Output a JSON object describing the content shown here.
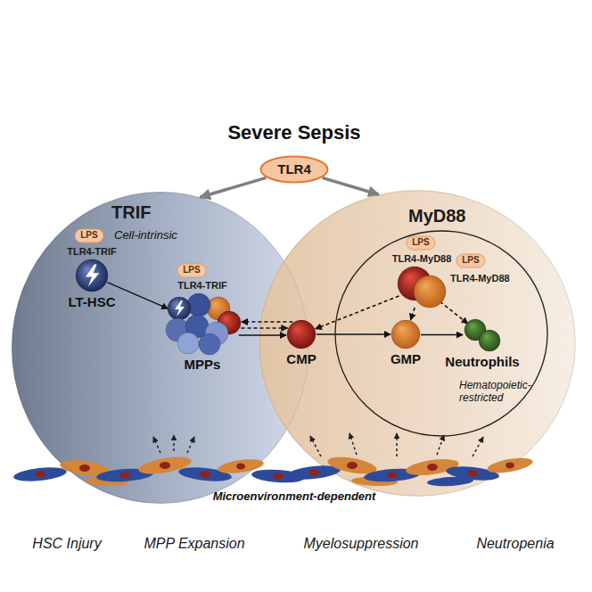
{
  "diagram": {
    "title": "Severe Sepsis",
    "nodes": [
      {
        "text": [
          "TLR4"
        ]
      },
      {
        "text": [
          "TRIF"
        ]
      },
      {
        "text": [
          "MyD88"
        ]
      },
      {
        "text": [
          "LPS"
        ],
        "in": 1
      },
      {
        "text": [
          "TLR4-TRIF",
          "LT-HSC"
        ],
        "in": 1
      },
      {
        "text": [
          "LPS"
        ],
        "in": 1
      },
      {
        "text": [
          "TLR4-TRIF",
          "MPPs"
        ],
        "in": 1
      },
      {
        "text": [
          "Hematopoietic-restricted"
        ],
        "in": 2
      },
      {
        "text": [
          "LPS"
        ],
        "in": 7
      },
      {
        "text": [
          "LPS"
        ],
        "in": 7
      },
      {
        "text": [
          "TLR4-MyD88",
          "TLR4-MyD88"
        ],
        "in": 7
      },
      {
        "text": [
          "CMP"
        ],
        "in": 2
      },
      {
        "text": [
          "GMP"
        ],
        "in": 7
      },
      {
        "text": [
          "Neutrophils"
        ],
        "in": 7
      }
    ],
    "edges": [
      {
        "from": 0,
        "to": 1,
        "arrow": "to"
      },
      {
        "from": 0,
        "to": 2,
        "arrow": "to"
      },
      {
        "from": 4,
        "to": 6,
        "arrow": "to"
      },
      {
        "from": 6,
        "to": 11,
        "arrow": "to"
      },
      {
        "from": 11,
        "to": 6,
        "arrow": "to"
      },
      {
        "from": 6,
        "to": 11,
        "arrow": "to"
      },
      {
        "from": 11,
        "to": 12,
        "arrow": "to"
      },
      {
        "from": 12,
        "to": 13,
        "arrow": "to"
      },
      {
        "from": 10,
        "to": 11,
        "arrow": "to"
      },
      {
        "from": 10,
        "to": 12,
        "arrow": "to"
      },
      {
        "from": 10,
        "to": 13,
        "arrow": "to"
      }
    ],
    "labels": [
      "Cell-intrinsic",
      "Microenvironment-dependent",
      "HSC Injury",
      "MPP Expansion",
      "Myelosuppression",
      "Neutropenia"
    ]
  }
}
